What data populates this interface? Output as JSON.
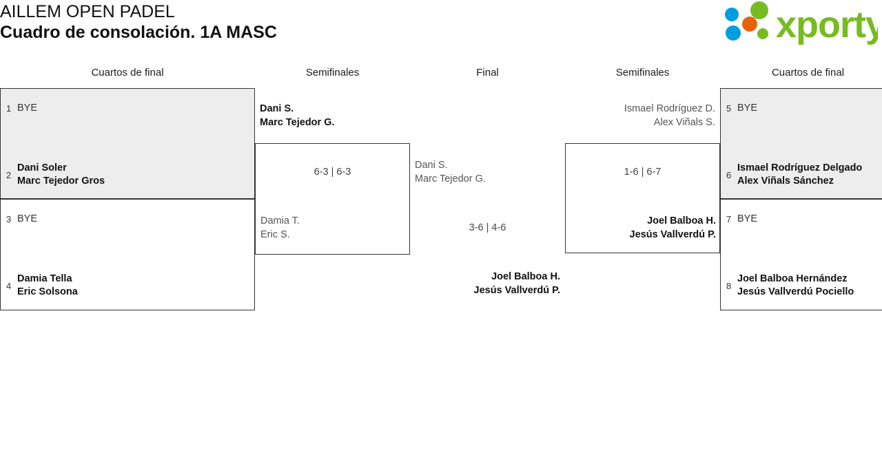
{
  "header": {
    "tournament": "AILLEM OPEN PADEL",
    "subtitle": "Cuadro de consolación. 1A MASC",
    "logo_text": "xporty",
    "logo_colors": {
      "green": "#76bc21",
      "orange": "#e8620c",
      "blue": "#009ee0"
    }
  },
  "rounds": {
    "left_qf": "Cuartos de final",
    "left_sf": "Semifinales",
    "final": "Final",
    "right_sf": "Semifinales",
    "right_qf": "Cuartos de final"
  },
  "left_quarterfinals": [
    {
      "seed_top": "1",
      "top": "BYE",
      "top_state": "bye",
      "seed_bottom": "2",
      "bottom_line1": "Dani Soler",
      "bottom_line2": "Marc Tejedor Gros",
      "bottom_state": "win",
      "shaded": true
    },
    {
      "seed_top": "3",
      "top": "BYE",
      "top_state": "bye",
      "seed_bottom": "4",
      "bottom_line1": "Damia Tella",
      "bottom_line2": "Eric Solsona",
      "bottom_state": "win",
      "shaded": false
    }
  ],
  "right_quarterfinals": [
    {
      "seed_top": "5",
      "top": "BYE",
      "top_state": "bye",
      "seed_bottom": "6",
      "bottom_line1": "Ismael Rodríguez Delgado",
      "bottom_line2": "Alex Viñals Sánchez",
      "bottom_state": "win",
      "shaded": true
    },
    {
      "seed_top": "7",
      "top": "BYE",
      "top_state": "bye",
      "seed_bottom": "8",
      "bottom_line1": "Joel Balboa Hernández",
      "bottom_line2": "Jesús Vallverdú Pociello",
      "bottom_state": "win",
      "shaded": false
    }
  ],
  "left_semifinal": {
    "winner_line1": "Dani S.",
    "winner_line2": "Marc Tejedor G.",
    "loser_line1": "Damia T.",
    "loser_line2": "Eric S.",
    "score": "6-3 | 6-3"
  },
  "right_semifinal": {
    "loser_line1": "Ismael Rodríguez D.",
    "loser_line2": "Alex Viñals S.",
    "winner_line1": "Joel Balboa H.",
    "winner_line2": "Jesús Vallverdú P.",
    "score": "1-6 | 6-7"
  },
  "final_match": {
    "left_line1": "Dani S.",
    "left_line2": "Marc Tejedor G.",
    "right_line1": "Joel Balboa H.",
    "right_line2": "Jesús Vallverdú P.",
    "score": "3-6 | 4-6"
  }
}
